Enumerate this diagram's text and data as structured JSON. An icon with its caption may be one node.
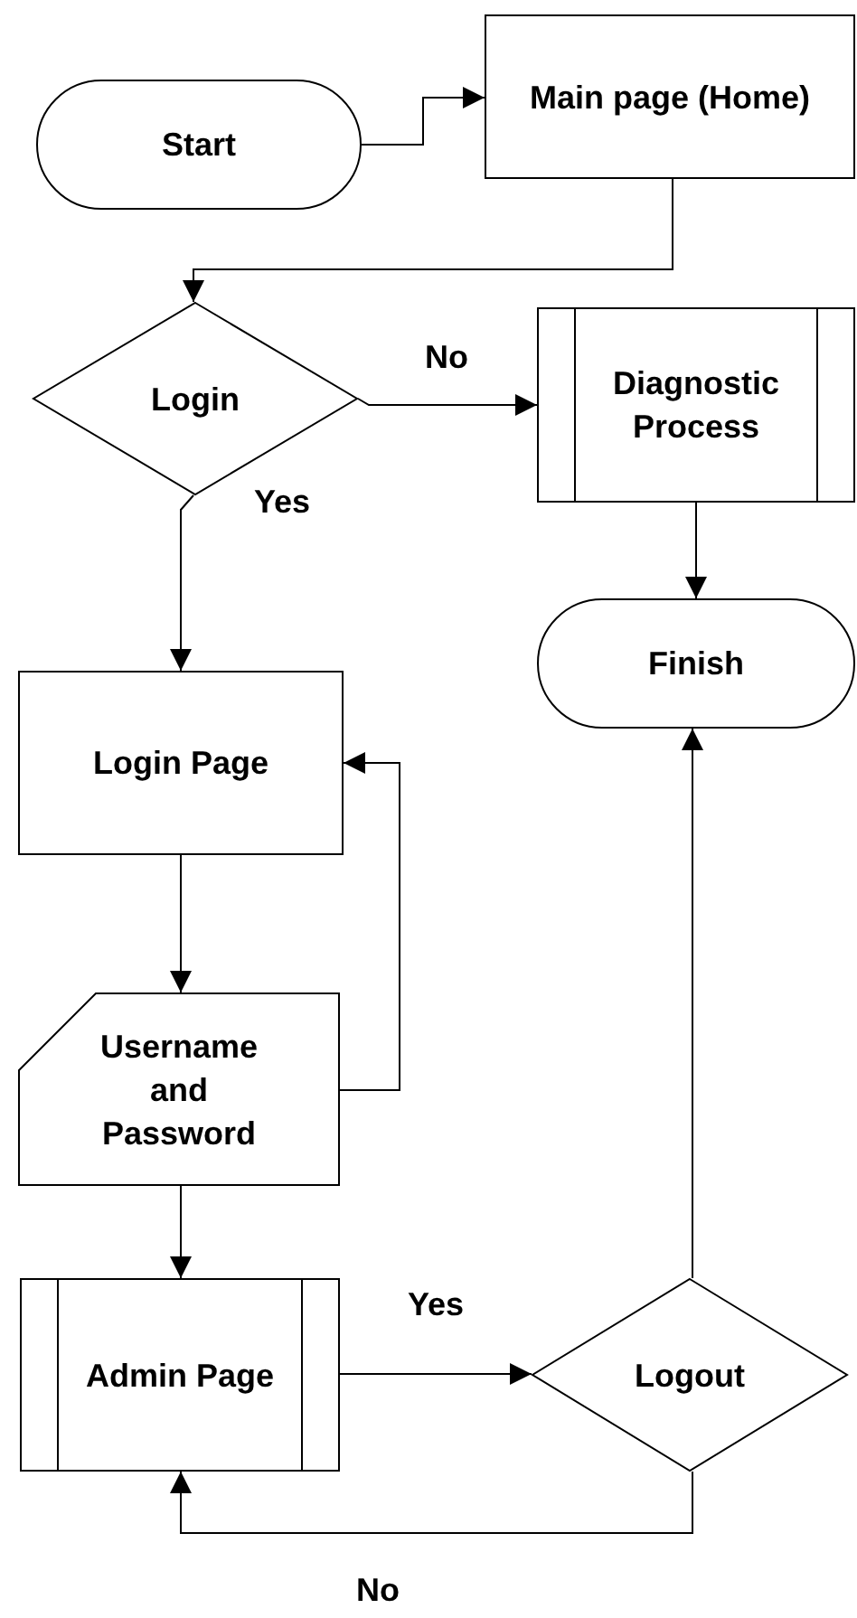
{
  "diagram": {
    "nodes": [
      {
        "text": [
          "Start"
        ]
      },
      {
        "text": [
          "Main page (Home)"
        ]
      },
      {
        "text": [
          "Login"
        ]
      },
      {
        "text": [
          "Diagnostic Process"
        ]
      },
      {
        "text": [
          "Finish"
        ]
      },
      {
        "text": [
          "Login Page"
        ]
      },
      {
        "text": [
          "Username and Password"
        ]
      },
      {
        "text": [
          "Admin Page"
        ]
      },
      {
        "text": [
          "Logout"
        ]
      }
    ],
    "edges": [
      {
        "from": 0,
        "to": 1,
        "arrow": "to"
      },
      {
        "from": 1,
        "to": 2,
        "arrow": "to"
      },
      {
        "from": 2,
        "to": 3,
        "arrow": "to",
        "label": "No"
      },
      {
        "from": 2,
        "to": 5,
        "arrow": "to",
        "label": "Yes"
      },
      {
        "from": 3,
        "to": 4,
        "arrow": "to"
      },
      {
        "from": 5,
        "to": 6,
        "arrow": "to"
      },
      {
        "from": 6,
        "to": 5,
        "arrow": "to"
      },
      {
        "from": 6,
        "to": 7,
        "arrow": "to"
      },
      {
        "from": 7,
        "to": 8,
        "arrow": "to",
        "label": "Yes"
      },
      {
        "from": 8,
        "to": 4,
        "arrow": "to"
      },
      {
        "from": 8,
        "to": 7,
        "arrow": "to",
        "label": "No"
      }
    ]
  }
}
